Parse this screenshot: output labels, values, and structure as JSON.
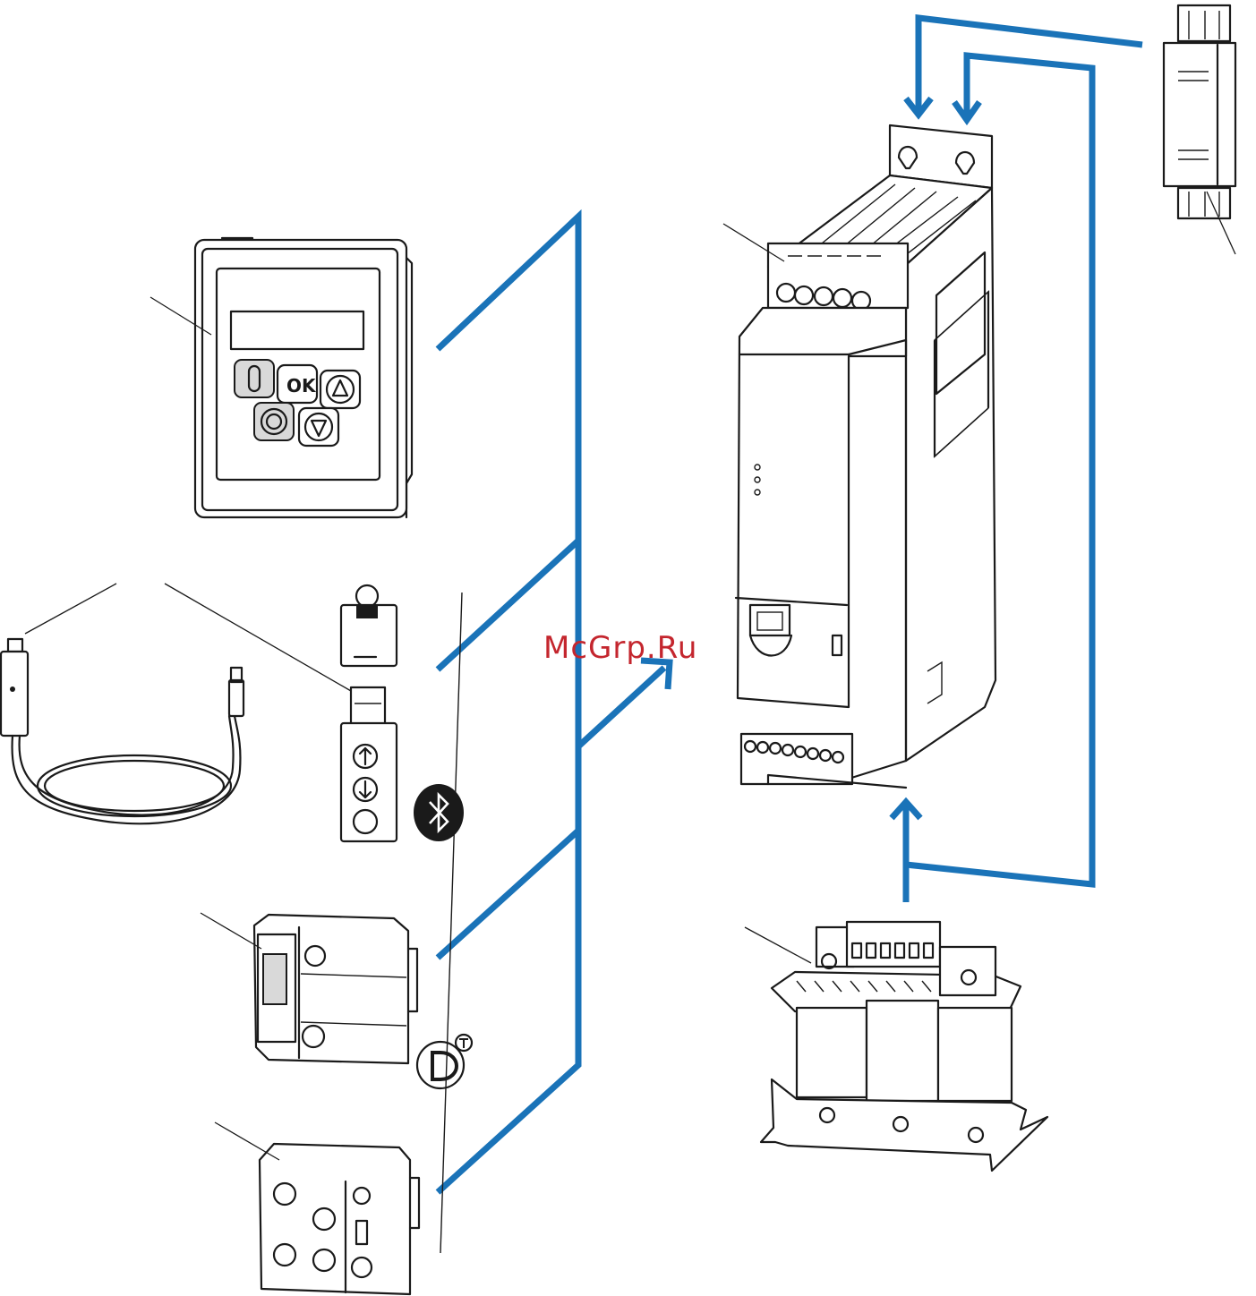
{
  "watermark": {
    "text": "McGrp.Ru",
    "color": "#c4262e"
  },
  "keypad": {
    "ok_label": "OK"
  },
  "logos": {
    "bluetooth": "bluetooth-logo",
    "dt": "dt-logo"
  },
  "colors": {
    "connection": "#1a73b8",
    "line": "#1a1a1a"
  }
}
